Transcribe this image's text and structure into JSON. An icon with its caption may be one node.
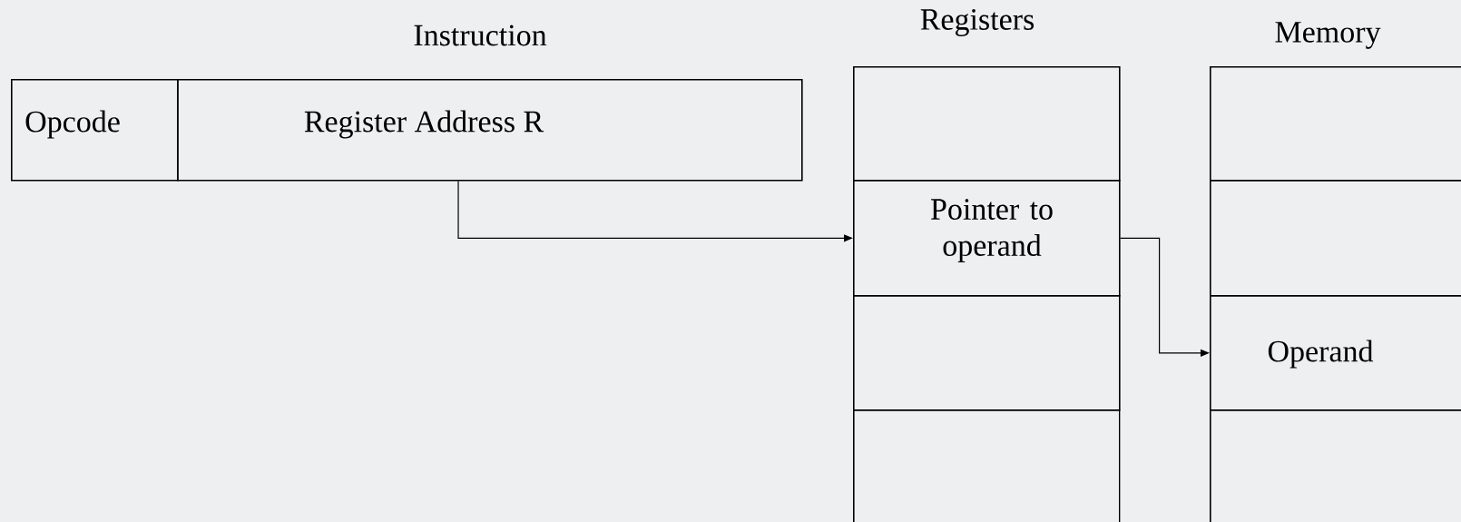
{
  "diagram": {
    "nodes": [
      {
        "text": [
          "Opcode"
        ]
      },
      {
        "text": [
          "Register Address R"
        ]
      },
      {
        "text": [],
        "shape": "box"
      },
      {
        "text": [
          "Pointer to operand"
        ]
      },
      {
        "text": [],
        "shape": "box"
      },
      {
        "text": [],
        "shape": "box"
      },
      {
        "text": [],
        "shape": "box"
      },
      {
        "text": [],
        "shape": "box"
      },
      {
        "text": [
          "Operand"
        ]
      },
      {
        "text": [],
        "shape": "box"
      }
    ],
    "edges": [
      {
        "from": 1,
        "to": 3,
        "arrow": "to"
      },
      {
        "from": 3,
        "to": 8,
        "arrow": "to"
      }
    ],
    "labels": [
      "Instruction",
      "Registers",
      "Memory"
    ]
  }
}
